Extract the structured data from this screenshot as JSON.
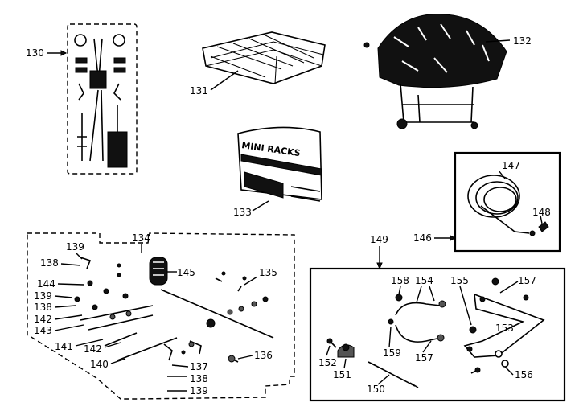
{
  "parts": {
    "130": "130",
    "131": "131",
    "132": "132",
    "133": "133",
    "134": "134",
    "135": "135",
    "136": "136",
    "137": "137",
    "138": "138",
    "139": "139",
    "140": "140",
    "141": "141",
    "142": "142",
    "143": "143",
    "144": "144",
    "145": "145",
    "146": "146",
    "147": "147",
    "148": "148",
    "149": "149",
    "150": "150",
    "151": "151",
    "152": "152",
    "153": "153",
    "154": "154",
    "155": "155",
    "156": "156",
    "157": "157",
    "158": "158",
    "159": "159"
  },
  "box_print": "MINI RACKS"
}
